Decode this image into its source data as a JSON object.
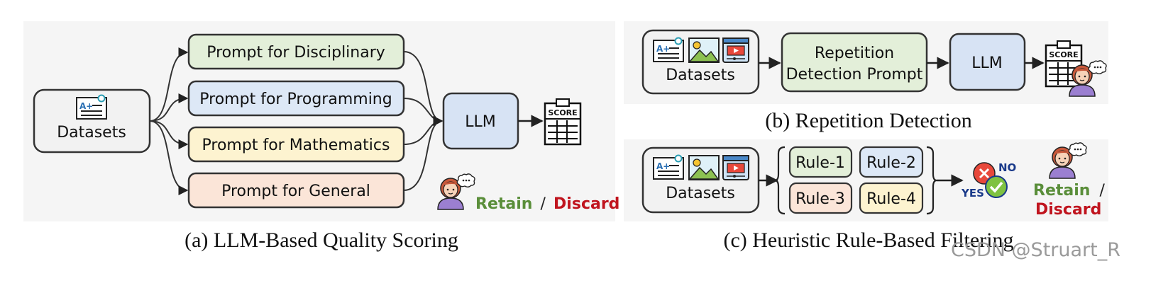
{
  "panel_a": {
    "datasets_label": "Datasets",
    "prompts": [
      {
        "label": "Prompt for Disciplinary",
        "color": "#e3efd9"
      },
      {
        "label": "Prompt for Programming",
        "color": "#dde8f6"
      },
      {
        "label": "Prompt for Mathematics",
        "color": "#fdf3d0"
      },
      {
        "label": "Prompt for General",
        "color": "#fbe5d8"
      }
    ],
    "llm_label": "LLM",
    "llm_color": "#d7e3f4",
    "score_label": "SCORE",
    "retain_label": "Retain",
    "slash": "/",
    "discard_label": "Discard",
    "caption": "(a) LLM-Based Quality Scoring"
  },
  "panel_b": {
    "datasets_label": "Datasets",
    "prompt_line1": "Repetition",
    "prompt_line2": "Detection Prompt",
    "prompt_color": "#e3efd9",
    "llm_label": "LLM",
    "llm_color": "#d7e3f4",
    "score_label": "SCORE",
    "caption": "(b) Repetition Detection"
  },
  "panel_c": {
    "datasets_label": "Datasets",
    "rules": [
      {
        "label": "Rule-1",
        "color": "#e3efd9"
      },
      {
        "label": "Rule-2",
        "color": "#dde8f6"
      },
      {
        "label": "Rule-3",
        "color": "#fbe5d8"
      },
      {
        "label": "Rule-4",
        "color": "#fdf3d0"
      }
    ],
    "yes_label": "YES",
    "no_label": "NO",
    "retain_label": "Retain",
    "slash": "/",
    "discard_label": "Discard",
    "caption": "(c) Heuristic Rule-Based Filtering"
  },
  "watermark": "CSDN @Struart_R",
  "icons": [
    "document-icon",
    "image-icon",
    "video-icon",
    "score-clipboard-icon",
    "person-icon",
    "check-cross-icon"
  ]
}
